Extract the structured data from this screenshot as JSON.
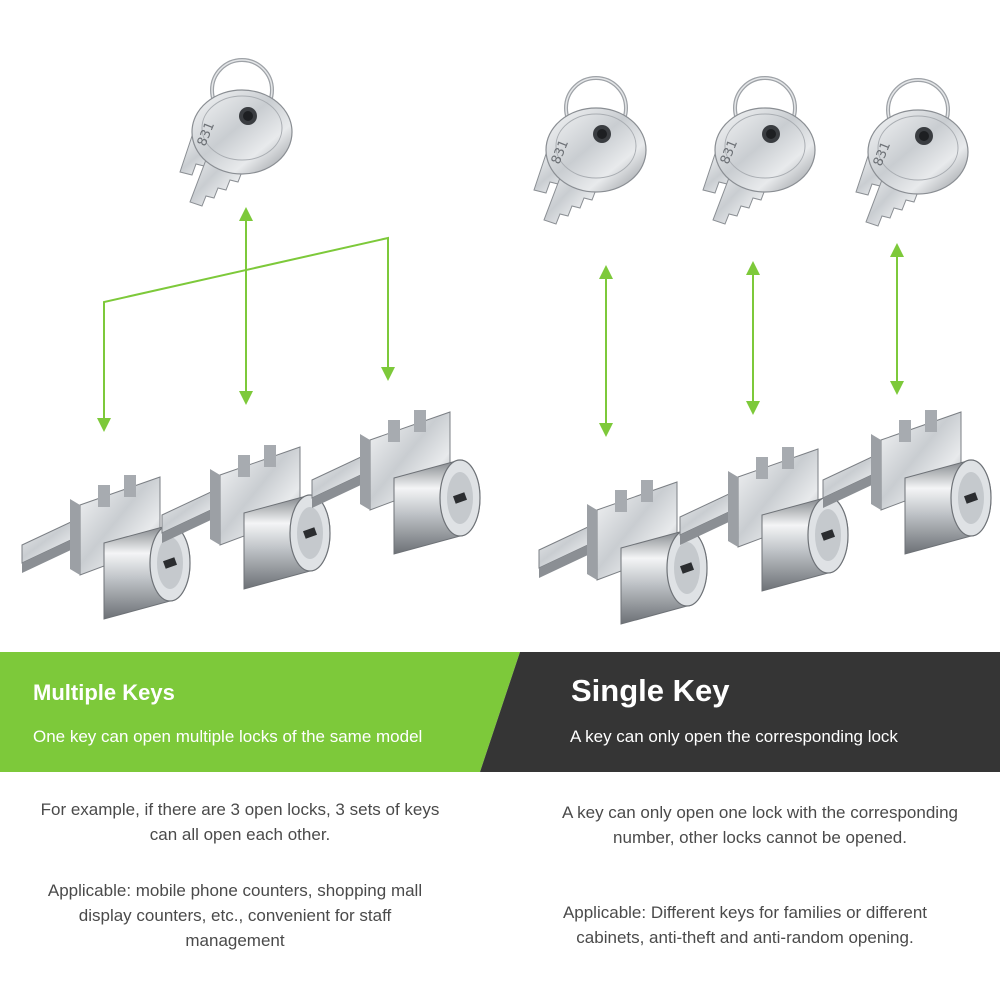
{
  "colors": {
    "accent_green": "#7dc93a",
    "dark_panel": "#353535",
    "arrow_green": "#7dc93a",
    "metal_light": "#eceef0",
    "metal_mid": "#b9bdc2",
    "metal_dark": "#6f7378",
    "body_text": "#4a4a4a"
  },
  "key_engraving": "831",
  "multiple": {
    "title": "Multiple Keys",
    "subtitle": "One key can open multiple locks of the same model",
    "example": "For example, if there are 3 open locks, 3 sets of keys can all open each other.",
    "applicable": "Applicable: mobile phone counters, shopping mall display counters, etc., convenient for staff management"
  },
  "single": {
    "title": "Single Key",
    "subtitle": "A key can only open the corresponding lock",
    "example": "A key can only open one lock with the corresponding number, other locks cannot be opened.",
    "applicable": "Applicable: Different keys for families or different cabinets, anti-theft and anti-random opening."
  }
}
